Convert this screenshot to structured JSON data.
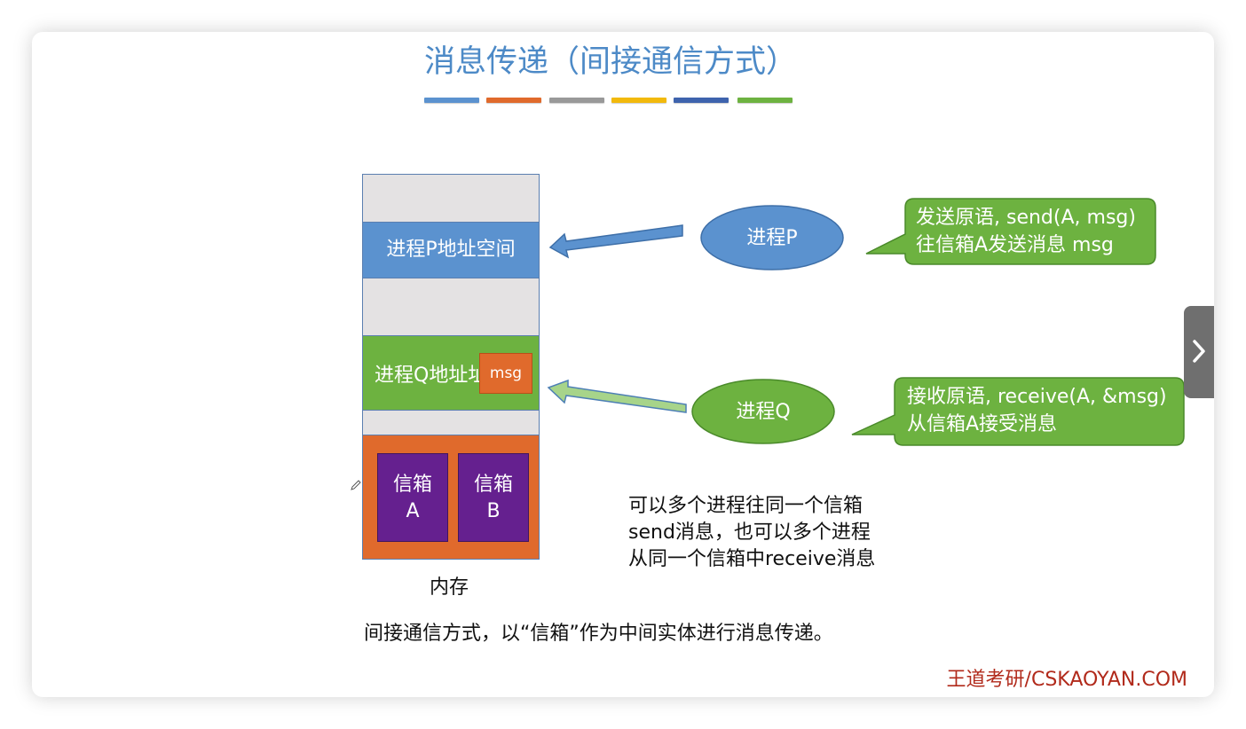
{
  "title": "消息传递（间接通信方式）",
  "title_color": "#4d8ac7",
  "accent_bars": [
    "#5b92cf",
    "#e06a2c",
    "#999999",
    "#f2b90c",
    "#3e63ad",
    "#6db240"
  ],
  "memory": {
    "process_p_space": "进程P地址空间",
    "process_q_space": "进程Q地址址",
    "msg": "msg",
    "mailbox_a_line1": "信箱",
    "mailbox_a_line2": "A",
    "mailbox_b_line1": "信箱",
    "mailbox_b_line2": "B",
    "label": "内存"
  },
  "processes": {
    "p": "进程P",
    "q": "进程Q"
  },
  "callouts": {
    "send_line1": "发送原语, send(A, msg)",
    "send_line2": "往信箱A发送消息 msg",
    "receive_line1": "接收原语, receive(A, &msg)",
    "receive_line2": "从信箱A接受消息"
  },
  "note": {
    "line1": "可以多个进程往同一个信箱",
    "line2": "send消息，也可以多个进程",
    "line3": "从同一个信箱中receive消息"
  },
  "summary": "间接通信方式，以“信箱”作为中间实体进行消息传递。",
  "brand": "王道考研/CSKAOYAN.COM",
  "icons": {
    "next": "chevron-right-icon",
    "pencil": "pencil-icon"
  }
}
